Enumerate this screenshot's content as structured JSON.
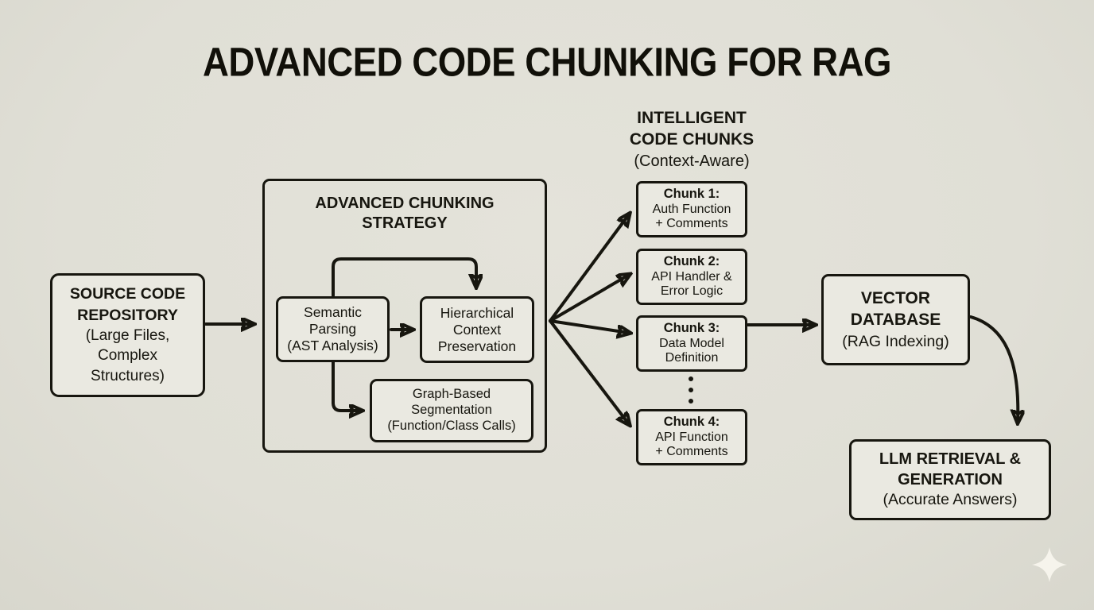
{
  "title": "ADVANCED CODE CHUNKING FOR RAG",
  "colors": {
    "background": "#e0dfd6",
    "node_fill": "#eae9e1",
    "stroke": "#17160f",
    "sparkle": "#f6f4ec"
  },
  "nodes": {
    "source": {
      "title": "SOURCE CODE\nREPOSITORY",
      "subtitle": "(Large Files,\nComplex\nStructures)"
    },
    "strategy": {
      "title": "ADVANCED CHUNKING\nSTRATEGY"
    },
    "semantic": {
      "text": "Semantic\nParsing\n(AST Analysis)"
    },
    "hierarchical": {
      "text": "Hierarchical\nContext\nPreservation"
    },
    "graph": {
      "text": "Graph-Based\nSegmentation\n(Function/Class Calls)"
    },
    "vector": {
      "title": "VECTOR\nDATABASE",
      "subtitle": "(RAG Indexing)"
    },
    "llm": {
      "title": "LLM RETRIEVAL &\nGENERATION",
      "subtitle": "(Accurate Answers)"
    }
  },
  "chunks_header": {
    "title": "INTELLIGENT\nCODE CHUNKS",
    "subtitle": "(Context-Aware)"
  },
  "chunks": [
    {
      "label": "Chunk 1:",
      "text": "Auth Function\n+ Comments"
    },
    {
      "label": "Chunk 2:",
      "text": "API Handler &\nError Logic"
    },
    {
      "label": "Chunk 3:",
      "text": "Data Model\nDefinition"
    },
    {
      "label": "Chunk 4:",
      "text": "API Function\n+ Comments"
    }
  ]
}
